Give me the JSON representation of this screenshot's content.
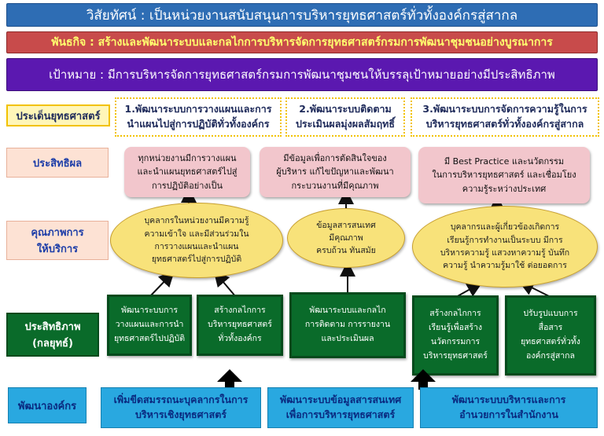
{
  "vision": "วิสัยทัศน์ : เป็นหน่วยงานสนับสนุนการบริหารยุทธศาสตร์ทั่วทั้งองค์กรสู่สากล",
  "mission": "พันธกิจ : สร้างและพัฒนาระบบและกลไกการบริหารจัดการยุทธศาสตร์กรมการพัฒนาชุมชนอย่างบูรณาการ",
  "goal": "เป้าหมาย : มีการบริหารจัดการยุทธศาสตร์กรมการพัฒนาชุมชนให้บรรลุเป้าหมายอย่างมีประสิทธิภาพ",
  "labels": {
    "issues": "ประเด็นยุทธศาสตร์",
    "effectiveness": "ประสิทธิผล",
    "quality": "คุณภาพการ\nให้บริการ",
    "efficiency": "ประสิทธิภาพ\n(กลยุทธ์)",
    "org": "พัฒนาองค์กร"
  },
  "issues": [
    "1.พัฒนาระบบการวางแผนและการ\nนำแผนไปสู่การปฏิบัติทั่วทั้งองค์กร",
    "2.พัฒนาระบบติดตาม\nประเมินผลมุ่งผลสัมฤทธิ์",
    "3.พัฒนาระบบการจัดการความรู้ในการ\nบริหารยุทธศาสตร์ทั่วทั้งองค์กรสู่สากล"
  ],
  "effectiveness": [
    "ทุกหน่วยงานมีการวางแผน\nและนำแผนยุทธศาสตร์ไปสู่\nการปฏิบัติอย่างเป็น",
    "มีข้อมูลเพื่อการตัดสินใจของ\nผู้บริหาร แก้ไขปัญหาและพัฒนา\nกระบวนงานที่มีคุณภาพ",
    "มี Best Practice และนวัตกรรม\nในการบริหารยุทธศาสตร์ และเชื่อมโยง\nความรู้ระหว่างประเทศ"
  ],
  "quality": [
    "บุคลากรในหน่วยงานมีความรู้\nความเข้าใจ และมีส่วนร่วมใน\nการวางแผนและนำแผน\nยุทธศาสตร์ไปสู่การปฏิบัติ",
    "ข้อมูลสารสนเทศ\nมีคุณภาพ\nครบถ้วน ทันสมัย",
    "บุคลากรและผู้เกี่ยวข้องเกิดการ\nเรียนรู้การทำงานเป็นระบบ มีการ\nบริหารความรู้ แสวงหาความรู้ บันทึก\nความรู้ นำความรู้มาใช้ ต่อยอดการ"
  ],
  "strategies": [
    "พัฒนาระบบการ\nวางแผนและการนำ\nยุทธศาสตร์ไปปฏิบัติ",
    "สร้างกลไกการ\nบริหารยุทธศาสตร์\nทั่วทั้งองค์กร",
    "พัฒนาระบบและกลไก\nการติดตาม การรายงาน\nและประเมินผล",
    "สร้างกลไกการ\nเรียนรู้เพื่อสร้าง\nนวัตกรรมการ\nบริหารยุทธศาสตร์",
    "ปรับรูปแบบการ\nสื่อสาร\nยุทธศาสตร์ทั่วทั้ง\nองค์กรสู่สากล"
  ],
  "org_development": [
    "เพิ่มขีดสมรรถนะบุคลากรในการ\nบริหารเชิงยุทธศาสตร์",
    "พัฒนาระบบข้อมูลสารสนเทศ\nเพื่อการบริหารยุทธศาสตร์",
    "พัฒนาระบบบริหารและการ\nอำนวยการในสำนักงาน"
  ],
  "colors": {
    "vision_bg": "#2e6db4",
    "mission_bg": "#c84b4b",
    "goal_bg": "#5b18b0",
    "strategy_bg": "#0a6b2a",
    "effect_bg": "#f2c6cc",
    "oval_bg": "#f8e27a",
    "org_bg": "#29a8e0"
  }
}
